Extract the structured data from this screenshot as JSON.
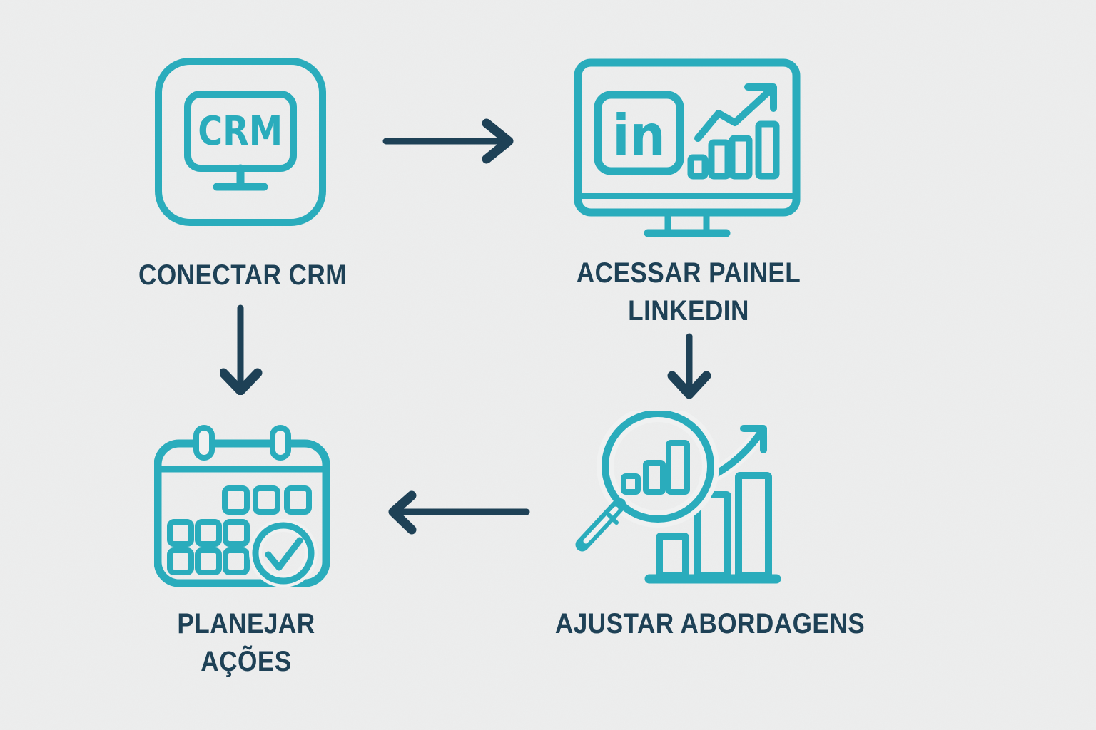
{
  "colors": {
    "background": "#f0f1f1",
    "accent": "#2aacbc",
    "ink": "#1e4156"
  },
  "diagram_type": "workflow-flowchart",
  "steps": [
    {
      "id": "conectar-crm",
      "label": "CONECTAR CRM",
      "icon": "crm-monitor-icon",
      "icon_text": "CRM"
    },
    {
      "id": "acessar-painel-linkedin",
      "label": "ACESSAR PAINEL LINKEDIN",
      "label_line1": "ACESSAR PAINEL",
      "label_line2": "LINKEDIN",
      "icon": "linkedin-dashboard-icon",
      "icon_text": "in"
    },
    {
      "id": "ajustar-abordagens",
      "label": "AJUSTAR ABORDAGENS",
      "icon": "magnifier-growth-chart-icon"
    },
    {
      "id": "planejar-acoes",
      "label": "PLANEJAR AÇÕES",
      "label_line1": "PLANEJAR",
      "label_line2": "AÇÕES",
      "icon": "calendar-check-icon"
    }
  ],
  "arrows": [
    {
      "from": "conectar-crm",
      "to": "acessar-painel-linkedin",
      "direction": "right"
    },
    {
      "from": "acessar-painel-linkedin",
      "to": "ajustar-abordagens",
      "direction": "down"
    },
    {
      "from": "ajustar-abordagens",
      "to": "planejar-acoes",
      "direction": "left"
    },
    {
      "from": "conectar-crm",
      "to": "planejar-acoes",
      "direction": "down"
    }
  ]
}
